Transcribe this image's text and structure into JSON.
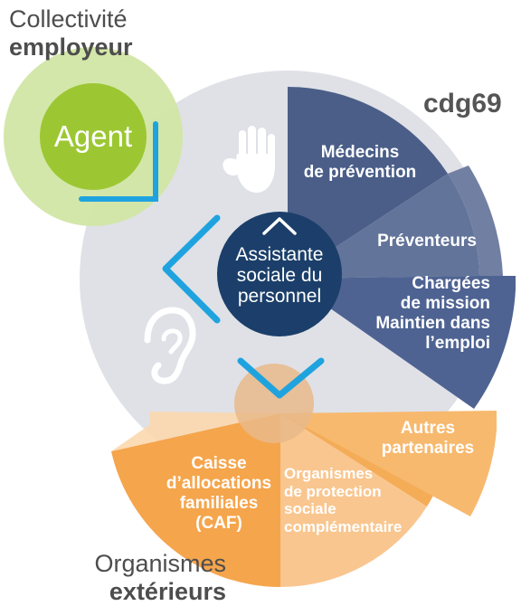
{
  "employer": {
    "line1": "Collectivité",
    "line2": "employeur"
  },
  "agent": {
    "label": "Agent"
  },
  "brand": {
    "name": "cdg69"
  },
  "center": {
    "line1": "Assistante",
    "line2a": "sociale",
    "line2b": " du",
    "line3": "personnel"
  },
  "wedges": {
    "medecins": {
      "line1": "Médecins",
      "line2": "de prévention"
    },
    "preventeurs": {
      "label": "Préventeurs"
    },
    "chargees": {
      "line1": "Chargées",
      "line2": "de mission",
      "line3": "Maintien dans",
      "line4": "l’emploi"
    }
  },
  "external": {
    "caf": {
      "line1": "Caisse",
      "line2": "d’allocations",
      "line3": "familiales",
      "line4": "(CAF)"
    },
    "organismes": {
      "line1": "Organismes",
      "line2": "de protection",
      "line3": "sociale",
      "line4": "complémentaire"
    },
    "autres": {
      "line1": "Autres",
      "line2": "partenaires"
    }
  },
  "footer": {
    "line1": "Organismes",
    "line2": "extérieurs"
  },
  "icons": [
    "hand-icon",
    "ear-icon",
    "eye-icon"
  ],
  "colors": {
    "green_outer": "#d2e6a5",
    "green_inner": "#9cc733",
    "blue_stroke": "#1fa3df",
    "big_circle": "#dfe1e7",
    "center_navy": "#1b3f6a",
    "wedge_dark": "#4a5e88",
    "wedge_mid": "#63749a",
    "wedge_light": "#4e6392",
    "orange_dark": "#f29e3f",
    "orange_light": "#f8c992",
    "orange_mid": "#f4ae5c"
  }
}
